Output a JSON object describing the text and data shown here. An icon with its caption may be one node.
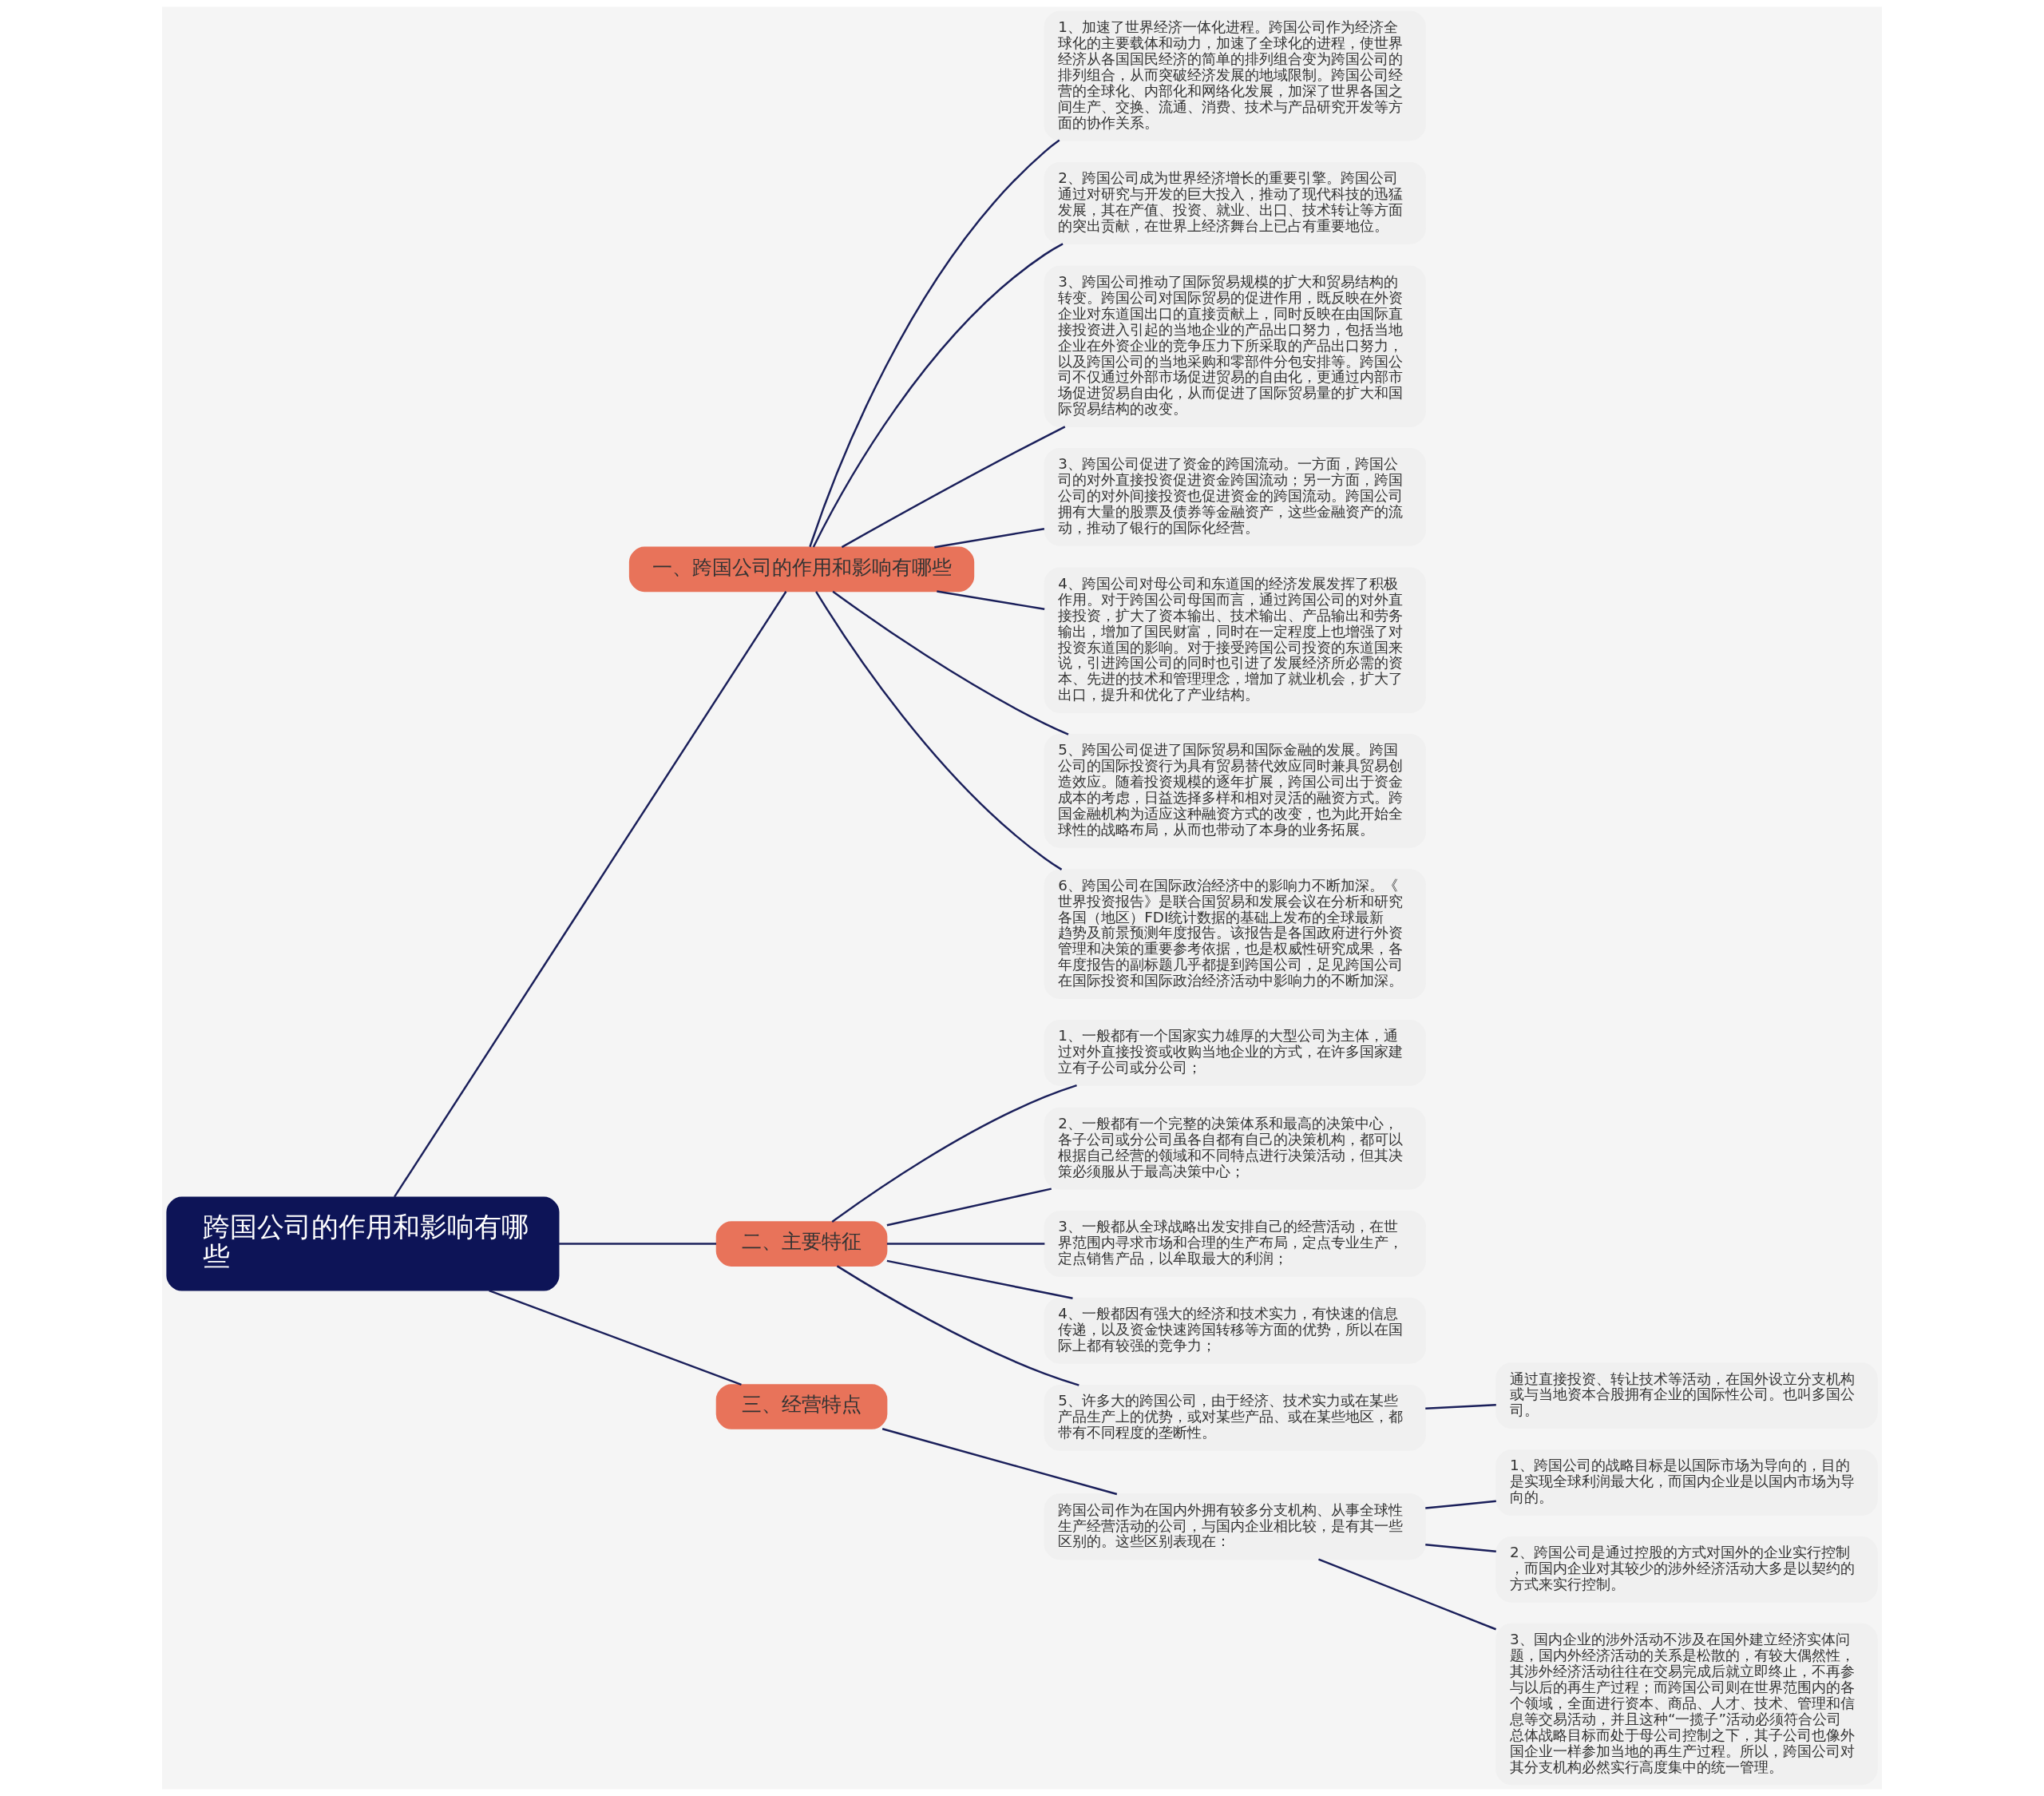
{
  "diagram": {
    "nodes": [
      {
        "text": [
          "跨国公司的作用和影响有哪些"
        ]
      },
      {
        "text": [
          "一、跨国公司的作用和影响有哪些"
        ]
      },
      {
        "text": [
          "1、加速了世界经济一体化进程。跨国公司作为经济全球化的主要载体和动力，加速了全球化的进程，使世界经济从各国国民经济的简单的排列组合变为跨国公司的排列组合，从而突破经济发展的地域限制。跨国公司经营的全球化、内部化和网络化发展，加深了世界各国之间生产、交换、流通、消费、技术与产品研究开发等方面的协作关系。"
        ]
      },
      {
        "text": [
          "2、跨国公司成为世界经济增长的重要引擎。跨国公司通过对研究与开发的巨大投入，推动了现代科技的迅猛发展，其在产值、投资、就业、出口、技术转让等方面的突出贡献，在世界上经济舞台上已占有重要地位。"
        ]
      },
      {
        "text": [
          "3、跨国公司推动了国际贸易规模的扩大和贸易结构的转变。跨国公司对国际贸易的促进作用，既反映在外资企业对东道国出口的直接贡献上，同时反映在由国际直接投资进入引起的当地企业的产品出口努力，包括当地企业在外资企业的竞争压力下所采取的产品出口努力，以及跨国公司的当地采购和零部件分包安排等。跨国公司不仅通过外部市场促进贸易的自由化，更通过内部市场促进贸易自由化，从而促进了国际贸易量的扩大和国际贸易结构的改变。"
        ]
      },
      {
        "text": [
          "3、跨国公司促进了资金的跨国流动。一方面，跨国公司的对外直接投资促进资金跨国流动；另一方面，跨国公司的对外间接投资也促进资金的跨国流动。跨国公司拥有大量的股票及债券等金融资产，这些金融资产的流动，推动了银行的国际化经营。"
        ]
      },
      {
        "text": [
          "4、跨国公司对母公司和东道国的经济发展发挥了积极作用。对于跨国公司母国而言，通过跨国公司的对外直接投资，扩大了资本输出、技术输出、产品输出和劳务输出，增加了国民财富，同时在一定程度上也增强了对投资东道国的影响。对于接受跨国公司投资的东道国来说，引进跨国公司的同时也引进了发展经济所必需的资本、先进的技术和管理理念，增加了就业机会，扩大了出口，提升和优化了产业结构。"
        ]
      },
      {
        "text": [
          "5、跨国公司促进了国际贸易和国际金融的发展。跨国公司的国际投资行为具有贸易替代效应同时兼具贸易创造效应。随着投资规模的逐年扩展，跨国公司出于资金成本的考虑，日益选择多样和相对灵活的融资方式。跨国金融机构为适应这种融资方式的改变，也为此开始全球性的战略布局，从而也带动了本身的业务拓展。"
        ]
      },
      {
        "text": [
          "6、跨国公司在国际政治经济中的影响力不断加深。《世界投资报告》是联合国贸易和发展会议在分析和研究各国（地区）FDI统计数据的基础上发布的全球最新趋势及前景预测年度报告。该报告是各国政府进行外资管理和决策的重要参考依据，也是权威性研究成果，各年度报告的副标题几乎都提到跨国公司，足见跨国公司在国际投资和国际政治经济活动中影响力的不断加深。"
        ]
      },
      {
        "text": [
          "二、主要特征"
        ]
      },
      {
        "text": [
          "1、一般都有一个国家实力雄厚的大型公司为主体，通过对外直接投资或收购当地企业的方式，在许多国家建立有子公司或分公司；"
        ]
      },
      {
        "text": [
          "2、一般都有一个完整的决策体系和最高的决策中心，各子公司或分公司虽各自都有自己的决策机构，都可以根据自己经营的领域和不同特点进行决策活动，但其决策必须服从于最高决策中心；"
        ]
      },
      {
        "text": [
          "3、一般都从全球战略出发安排自己的经营活动，在世界范围内寻求市场和合理的生产布局，定点专业生产，定点销售产品，以牟取最大的利润；"
        ]
      },
      {
        "text": [
          "4、一般都因有强大的经济和技术实力，有快速的信息传递，以及资金快速跨国转移等方面的优势，所以在国际上都有较强的竞争力；"
        ]
      },
      {
        "text": [
          "5、许多大的跨国公司，由于经济、技术实力或在某些产品生产上的优势，或对某些产品、或在某些地区，都带有不同程度的垄断性。"
        ]
      },
      {
        "text": [
          "通过直接投资、转让技术等活动，在国外设立分支机构或与当地资本合股拥有企业的国际性公司。也叫多国公司。"
        ]
      },
      {
        "text": [
          "三、经营特点"
        ]
      },
      {
        "text": [
          "跨国公司作为在国内外拥有较多分支机构、从事全球性生产经营活动的公司，与国内企业相比较，是有其一些区别的。这些区别表现在："
        ]
      },
      {
        "text": [
          "1、跨国公司的战略目标是以国际市场为导向的，目的是实现全球利润最大化，而国内企业是以国内市场为导向的。"
        ]
      },
      {
        "text": [
          "2、跨国公司是通过控股的方式对国外的企业实行控制，而国内企业对其较少的涉外经济活动大多是以契约的方式来实行控制。"
        ]
      },
      {
        "text": [
          "3、国内企业的涉外活动不涉及在国外建立经济实体问题，国内外经济活动的关系是松散的，有较大偶然性，其涉外经济活动往往在交易完成后就立即终止，不再参与以后的再生产过程；而跨国公司则在世界范围内的各个领域，全面进行资本、商品、人才、技术、管理和信息等交易活动，并且这种“一揽子”活动必须符合公司总体战略目标而处于母公司控制之下，其子公司也像外国企业一样参加当地的再生产过程。所以，跨国公司对其分支机构必然实行高度集中的统一管理。"
        ]
      }
    ],
    "edges": [
      {
        "from": 0,
        "to": 1,
        "arrow": "none"
      },
      {
        "from": 1,
        "to": 2,
        "arrow": "none"
      },
      {
        "from": 1,
        "to": 3,
        "arrow": "none"
      },
      {
        "from": 1,
        "to": 4,
        "arrow": "none"
      },
      {
        "from": 1,
        "to": 5,
        "arrow": "none"
      },
      {
        "from": 1,
        "to": 6,
        "arrow": "none"
      },
      {
        "from": 1,
        "to": 7,
        "arrow": "none"
      },
      {
        "from": 1,
        "to": 8,
        "arrow": "none"
      },
      {
        "from": 0,
        "to": 9,
        "arrow": "none"
      },
      {
        "from": 9,
        "to": 10,
        "arrow": "none"
      },
      {
        "from": 9,
        "to": 11,
        "arrow": "none"
      },
      {
        "from": 9,
        "to": 12,
        "arrow": "none"
      },
      {
        "from": 9,
        "to": 13,
        "arrow": "none"
      },
      {
        "from": 9,
        "to": 14,
        "arrow": "none"
      },
      {
        "from": 14,
        "to": 15,
        "arrow": "none"
      },
      {
        "from": 0,
        "to": 16,
        "arrow": "none"
      },
      {
        "from": 16,
        "to": 17,
        "arrow": "none"
      },
      {
        "from": 17,
        "to": 18,
        "arrow": "none"
      },
      {
        "from": 17,
        "to": 19,
        "arrow": "none"
      },
      {
        "from": 17,
        "to": 20,
        "arrow": "none"
      }
    ]
  }
}
